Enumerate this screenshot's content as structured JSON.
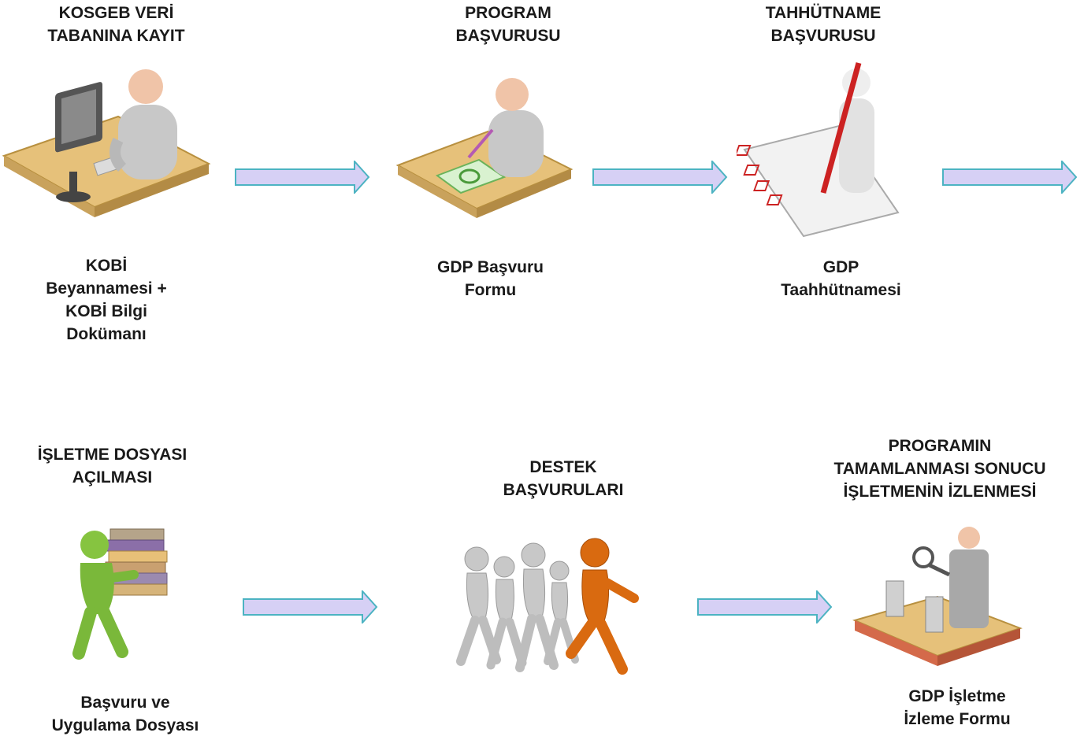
{
  "steps": [
    {
      "title": "KOSGEB VERİ\nTABANINA KAYIT",
      "caption": "KOBİ\nBeyannamesi +\nKOBİ Bilgi\nDokümanı",
      "icon": "person-at-computer-icon"
    },
    {
      "title": "PROGRAM\nBAŞVURUSU",
      "caption": "GDP Başvuru\nFormu",
      "icon": "person-writing-form-icon"
    },
    {
      "title": "TAHHÜTNAME\nBAŞVURUSU",
      "caption": "GDP\nTaahhütnamesi",
      "icon": "checklist-pen-icon"
    },
    {
      "title": "İŞLETME DOSYASI\nAÇILMASI",
      "caption": "Başvuru ve\nUygulama Dosyası",
      "icon": "person-carrying-books-icon"
    },
    {
      "title": "DESTEK\nBAŞVURULARI",
      "caption": "",
      "icon": "running-people-icon"
    },
    {
      "title": "PROGRAMIN\nTAMAMLANMASI SONUCU\nİŞLETMENİN İZLENMESİ",
      "caption": "GDP İşletme\nİzleme Formu",
      "icon": "conveyor-inspection-icon"
    }
  ],
  "colors": {
    "arrow_fill": "#d6d0f5",
    "arrow_stroke": "#4cb3c2",
    "text": "#1a1a1a"
  }
}
